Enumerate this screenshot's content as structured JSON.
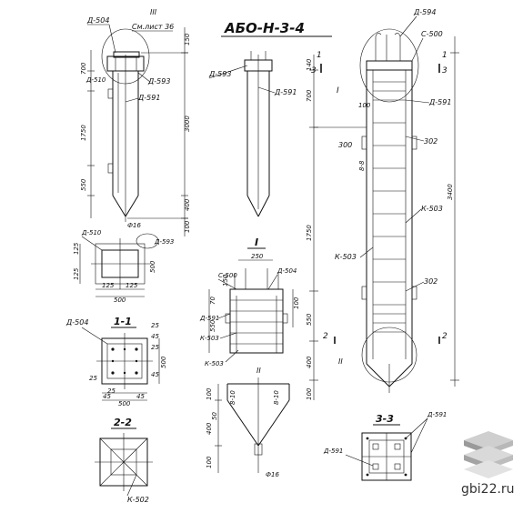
{
  "drawing": {
    "title": "АБО-Н-3-4",
    "left_view": {
      "labels": [
        "Д-504",
        "III",
        "См.лист 36",
        "Д-593",
        "Д-510",
        "Д-591"
      ],
      "dims": [
        "150",
        "700",
        "1750",
        "3000",
        "550",
        "400",
        "100",
        "Ф16"
      ]
    },
    "middle_view": {
      "labels": [
        "Д-593",
        "Д-591"
      ]
    },
    "right_view": {
      "labels": [
        "Д-594",
        "С-500",
        "1",
        "1",
        "3",
        "3",
        "I",
        "Д-591",
        "100",
        "300",
        "302",
        "8-8",
        "К-503",
        "К-503",
        "302",
        "2",
        "2",
        "II"
      ],
      "dims": [
        "140",
        "700",
        "3400",
        "1750",
        "550",
        "400",
        "100"
      ]
    },
    "detail_plan": {
      "labels": [
        "Д-510",
        "Д-593"
      ],
      "dims": [
        "125",
        "125",
        "125",
        "125",
        "500",
        "500"
      ]
    },
    "section_1_1": {
      "title": "1-1",
      "labels": [
        "Д-504"
      ],
      "dims": [
        "25",
        "45",
        "500",
        "45",
        "25",
        "25",
        "45",
        "500",
        "45",
        "25"
      ]
    },
    "section_2_2": {
      "title": "2-2",
      "labels": [
        "К-502"
      ]
    },
    "detail_I": {
      "title": "I",
      "labels": [
        "С-500",
        "Д-504",
        "Д-591",
        "К-503",
        "К-503"
      ],
      "dims": [
        "250",
        "150",
        "70",
        "100",
        "550"
      ]
    },
    "detail_II": {
      "title": "II",
      "labels": [
        "8-10",
        "8-10"
      ],
      "dims": [
        "100",
        "50",
        "400",
        "100",
        "Ф16"
      ]
    },
    "section_3_3": {
      "title": "3-3",
      "labels": [
        "Д-591",
        "Д-591"
      ]
    },
    "watermark": "gbi22.ru"
  }
}
